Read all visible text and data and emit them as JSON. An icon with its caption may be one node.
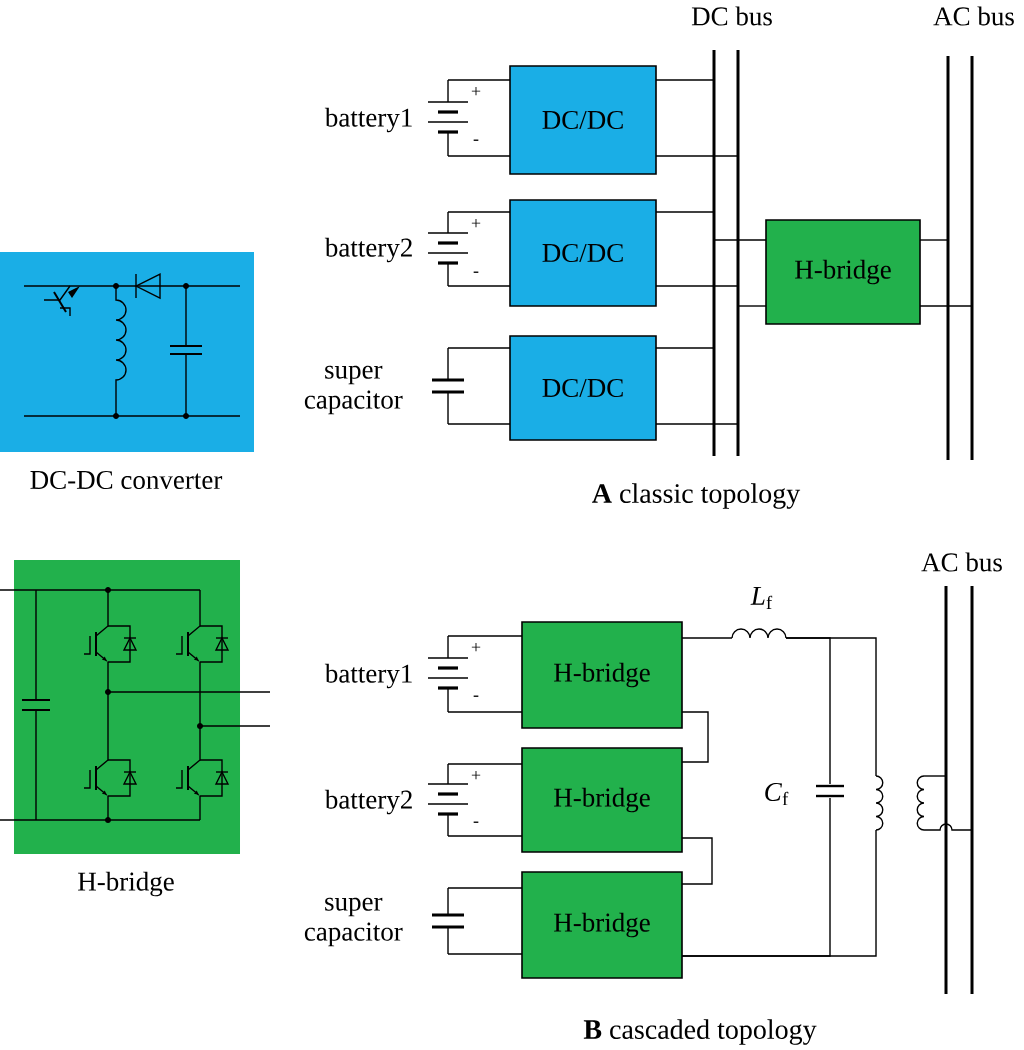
{
  "diagram": {
    "nodes": [
      {
        "text": [
          "DC-DC converter"
        ]
      },
      {
        "text": [
          "H-bridge"
        ]
      },
      {
        "text": [
          "battery1"
        ]
      },
      {
        "text": [
          "battery2"
        ]
      },
      {
        "text": [
          "super capacitor"
        ]
      },
      {
        "text": [
          "DC/DC"
        ]
      },
      {
        "text": [
          "DC/DC"
        ]
      },
      {
        "text": [
          "DC/DC"
        ]
      },
      {
        "text": [
          "DC bus"
        ]
      },
      {
        "text": [
          "H-bridge"
        ]
      },
      {
        "text": [
          "AC bus"
        ]
      },
      {
        "text": [
          "battery1"
        ]
      },
      {
        "text": [
          "battery2"
        ]
      },
      {
        "text": [
          "super capacitor"
        ]
      },
      {
        "text": [
          "H-bridge"
        ]
      },
      {
        "text": [
          "H-bridge"
        ]
      },
      {
        "text": [
          "H-bridge"
        ]
      },
      {
        "text": [
          "*L*$_{f}$"
        ]
      },
      {
        "text": [
          "*C*$_{f}$"
        ]
      },
      {
        "text": [],
        "shape": "transformer"
      },
      {
        "text": [
          "AC bus"
        ]
      }
    ],
    "edges": [
      {
        "from": 2,
        "to": 5,
        "arrow": "none"
      },
      {
        "from": 2,
        "to": 5,
        "arrow": "none"
      },
      {
        "from": 3,
        "to": 6,
        "arrow": "none"
      },
      {
        "from": 3,
        "to": 6,
        "arrow": "none"
      },
      {
        "from": 4,
        "to": 7,
        "arrow": "none"
      },
      {
        "from": 4,
        "to": 7,
        "arrow": "none"
      },
      {
        "from": 5,
        "to": 8,
        "arrow": "none"
      },
      {
        "from": 5,
        "to": 8,
        "arrow": "none"
      },
      {
        "from": 6,
        "to": 8,
        "arrow": "none"
      },
      {
        "from": 6,
        "to": 8,
        "arrow": "none"
      },
      {
        "from": 7,
        "to": 8,
        "arrow": "none"
      },
      {
        "from": 7,
        "to": 8,
        "arrow": "none"
      },
      {
        "from": 8,
        "to": 9,
        "arrow": "none"
      },
      {
        "from": 8,
        "to": 9,
        "arrow": "none"
      },
      {
        "from": 9,
        "to": 10,
        "arrow": "none"
      },
      {
        "from": 9,
        "to": 10,
        "arrow": "none"
      },
      {
        "from": 11,
        "to": 14,
        "arrow": "none"
      },
      {
        "from": 11,
        "to": 14,
        "arrow": "none"
      },
      {
        "from": 12,
        "to": 15,
        "arrow": "none"
      },
      {
        "from": 12,
        "to": 15,
        "arrow": "none"
      },
      {
        "from": 13,
        "to": 16,
        "arrow": "none"
      },
      {
        "from": 13,
        "to": 16,
        "arrow": "none"
      },
      {
        "from": 14,
        "to": 15,
        "arrow": "none"
      },
      {
        "from": 15,
        "to": 16,
        "arrow": "none"
      },
      {
        "from": 14,
        "to": 17,
        "arrow": "none"
      },
      {
        "from": 17,
        "to": 18,
        "arrow": "none"
      },
      {
        "from": 17,
        "to": 19,
        "arrow": "none"
      },
      {
        "from": 16,
        "to": 18,
        "arrow": "none"
      },
      {
        "from": 16,
        "to": 19,
        "arrow": "none"
      },
      {
        "from": 19,
        "to": 20,
        "arrow": "none"
      },
      {
        "from": 19,
        "to": 20,
        "arrow": "none"
      }
    ],
    "labels": [
      "+",
      "-",
      "+",
      "-",
      "+",
      "-",
      "+",
      "-",
      "**A** classic topology",
      "**B** cascaded topology"
    ]
  }
}
